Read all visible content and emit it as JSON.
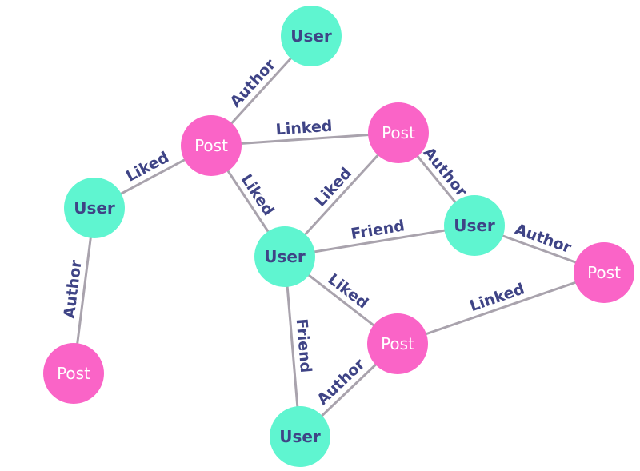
{
  "colors": {
    "user": "#5ff5d0",
    "post": "#fa64c7",
    "edge": "#a9a3ad",
    "edge_label": "#3f4486",
    "user_label": "#3f4486",
    "post_label": "#ffffff"
  },
  "nodes": [
    {
      "id": "user-top",
      "type": "user",
      "label": "User"
    },
    {
      "id": "post-top",
      "type": "post",
      "label": "Post"
    },
    {
      "id": "post-mid-right",
      "type": "post",
      "label": "Post"
    },
    {
      "id": "user-left",
      "type": "user",
      "label": "User"
    },
    {
      "id": "user-center",
      "type": "user",
      "label": "User"
    },
    {
      "id": "user-right",
      "type": "user",
      "label": "User"
    },
    {
      "id": "post-far-right",
      "type": "post",
      "label": "Post"
    },
    {
      "id": "post-bottom-left",
      "type": "post",
      "label": "Post"
    },
    {
      "id": "post-bottom-center",
      "type": "post",
      "label": "Post"
    },
    {
      "id": "user-bottom",
      "type": "user",
      "label": "User"
    }
  ],
  "edges": [
    {
      "source": "post-top",
      "target": "user-top",
      "label": "Author"
    },
    {
      "source": "post-top",
      "target": "post-mid-right",
      "label": "Linked"
    },
    {
      "source": "user-left",
      "target": "post-top",
      "label": "Liked"
    },
    {
      "source": "post-top",
      "target": "user-center",
      "label": "Liked"
    },
    {
      "source": "user-center",
      "target": "post-mid-right",
      "label": "Liked"
    },
    {
      "source": "post-mid-right",
      "target": "user-right",
      "label": "Author"
    },
    {
      "source": "user-center",
      "target": "user-right",
      "label": "Friend"
    },
    {
      "source": "user-right",
      "target": "post-far-right",
      "label": "Author"
    },
    {
      "source": "user-left",
      "target": "post-bottom-left",
      "label": "Author"
    },
    {
      "source": "user-center",
      "target": "post-bottom-center",
      "label": "Liked"
    },
    {
      "source": "post-bottom-center",
      "target": "post-far-right",
      "label": "Linked"
    },
    {
      "source": "user-center",
      "target": "user-bottom",
      "label": "Friend"
    },
    {
      "source": "user-bottom",
      "target": "post-bottom-center",
      "label": "Author"
    }
  ]
}
